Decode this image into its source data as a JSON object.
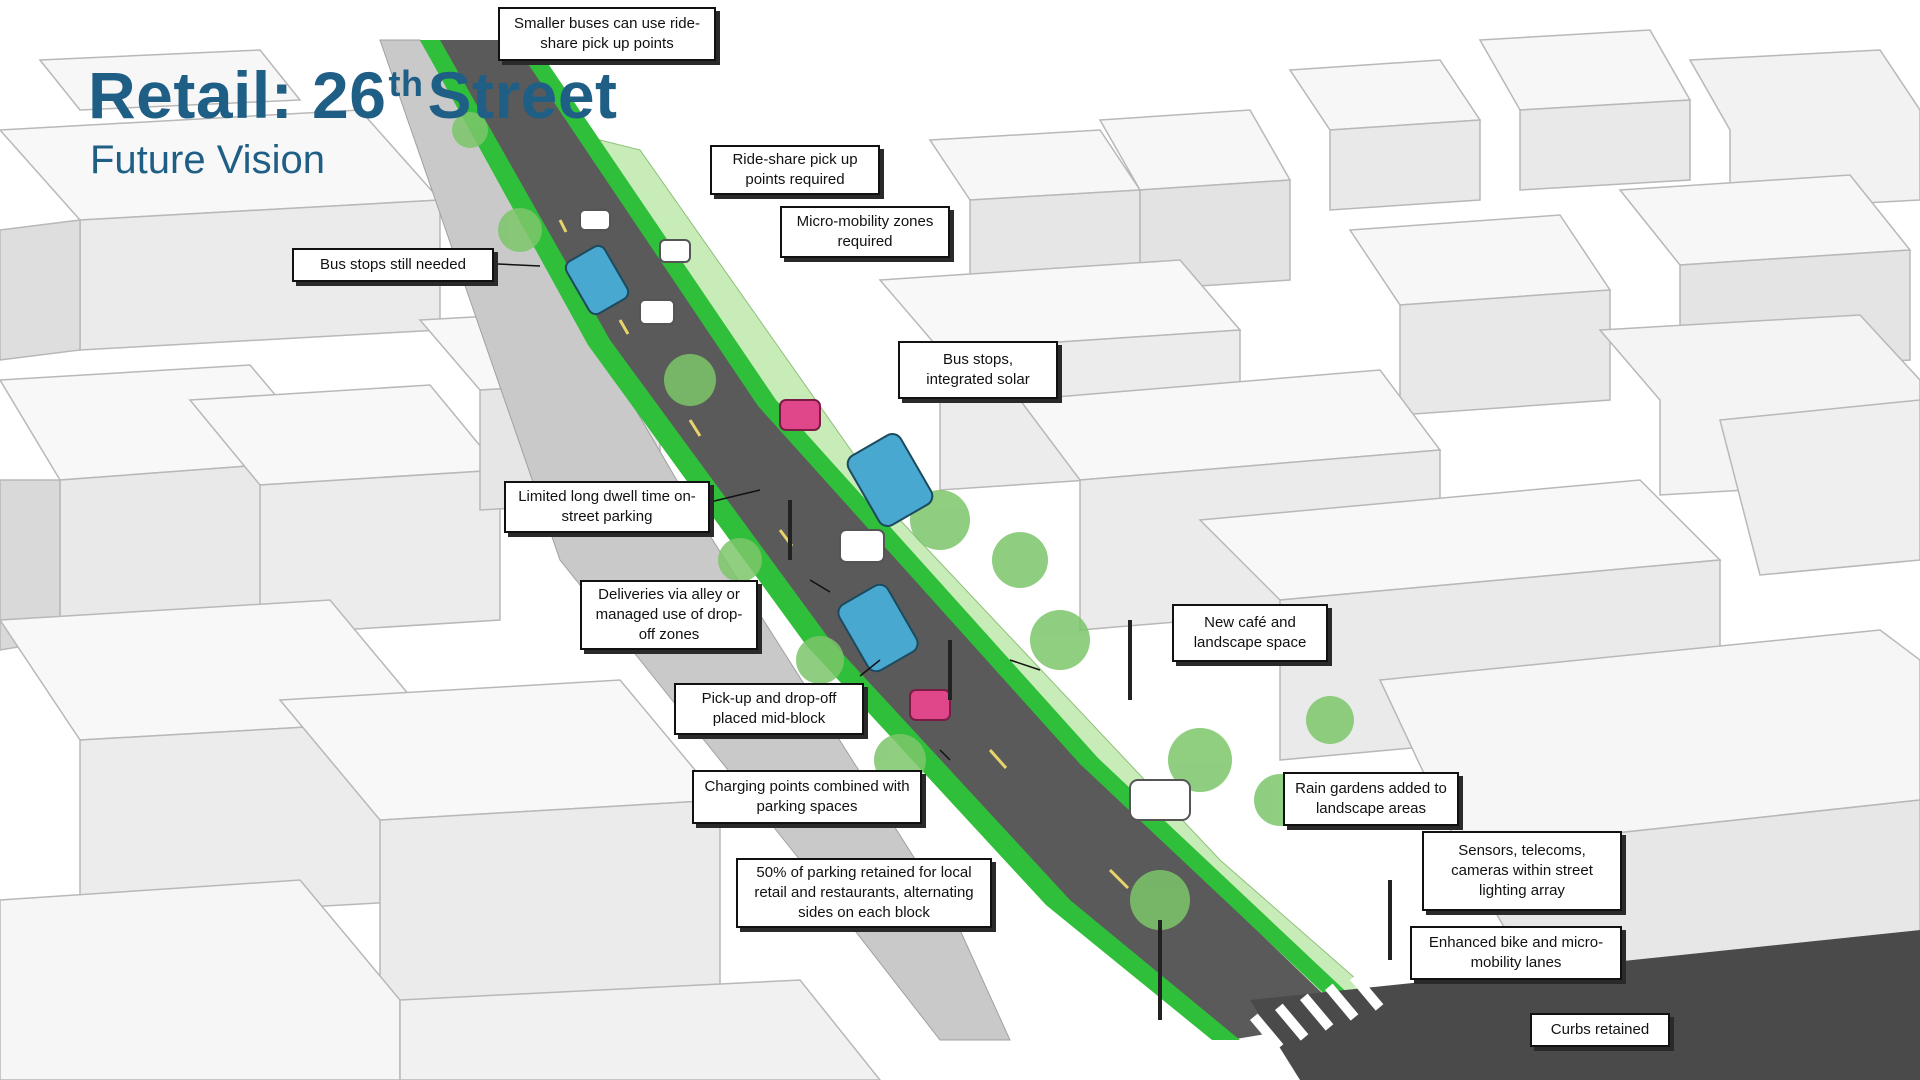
{
  "header": {
    "title_main": "Retail: 26",
    "title_sup": "th",
    "title_end": "Street",
    "subtitle": "Future Vision"
  },
  "colors": {
    "title": "#1f5f86",
    "bike_lane": "#2fbf3a",
    "road": "#555555",
    "landscape": "#b9e6a8",
    "building": "#ffffff",
    "callout_border": "#111111"
  },
  "callouts": [
    {
      "id": "smaller-buses",
      "text": "Smaller buses can use ride-share pick up points"
    },
    {
      "id": "ride-share",
      "text": "Ride-share pick up points required"
    },
    {
      "id": "micro-mobility-zones",
      "text": "Micro-mobility zones required"
    },
    {
      "id": "bus-stops-needed",
      "text": "Bus stops still needed"
    },
    {
      "id": "bus-stops-solar",
      "text": "Bus stops, integrated solar"
    },
    {
      "id": "limited-dwell",
      "text": "Limited long dwell time on-street parking"
    },
    {
      "id": "deliveries",
      "text": "Deliveries via alley or managed use of drop-off zones"
    },
    {
      "id": "new-cafe",
      "text": "New café and landscape space"
    },
    {
      "id": "pickup-dropoff",
      "text": "Pick-up and drop-off placed mid-block"
    },
    {
      "id": "charging-points",
      "text": "Charging points combined with parking spaces"
    },
    {
      "id": "rain-gardens",
      "text": "Rain gardens added to landscape areas"
    },
    {
      "id": "sensors",
      "text": "Sensors, telecoms, cameras within street lighting array"
    },
    {
      "id": "parking-retained",
      "text": "50% of parking retained for local retail and restaurants, alternating sides on each block"
    },
    {
      "id": "enhanced-bike",
      "text": "Enhanced bike and micro-mobility lanes"
    },
    {
      "id": "curbs-retained",
      "text": "Curbs retained"
    }
  ]
}
